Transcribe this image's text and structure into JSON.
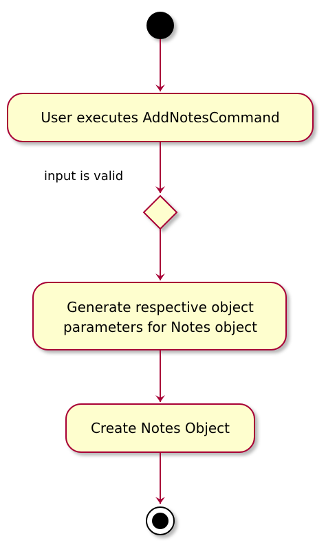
{
  "diagram": {
    "activities": {
      "execute_command": "User executes AddNotesCommand",
      "generate_params_line1": "Generate respective object",
      "generate_params_line2": "parameters for Notes object",
      "create_notes": "Create Notes Object"
    },
    "guard": "input is valid"
  },
  "colors": {
    "activity_fill": "#FEFECE",
    "border": "#A80036",
    "arrow": "#A80036",
    "node": "#000000",
    "shadow": "#C8C8C8"
  }
}
